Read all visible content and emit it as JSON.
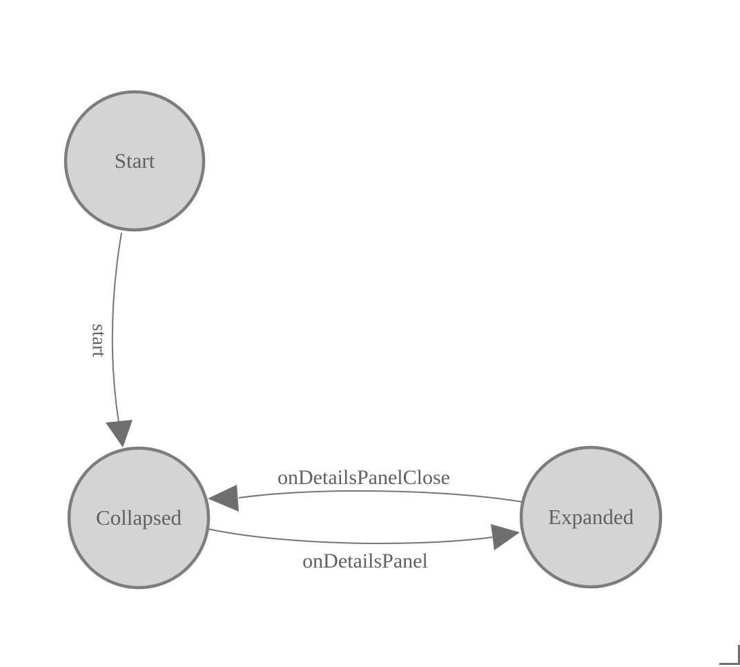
{
  "diagram": {
    "type": "state-machine",
    "nodes": [
      {
        "id": "start",
        "label": "Start"
      },
      {
        "id": "collapsed",
        "label": "Collapsed"
      },
      {
        "id": "expanded",
        "label": "Expanded"
      }
    ],
    "edges": [
      {
        "id": "start-to-collapsed",
        "from": "Start",
        "to": "Collapsed",
        "label": "start"
      },
      {
        "id": "expanded-to-collapsed",
        "from": "Expanded",
        "to": "Collapsed",
        "label": "onDetailsPanelClose"
      },
      {
        "id": "collapsed-to-expanded",
        "from": "Collapsed",
        "to": "Expanded",
        "label": "onDetailsPanel"
      }
    ],
    "colors": {
      "background": "#ffffff",
      "node_fill": "#d4d4d4",
      "node_stroke": "#7d7d7d",
      "edge_line": "#757575",
      "arrow_fill": "#6f6f6f",
      "label_text": "#5d6165",
      "corner_mark": "#6f6f6f"
    }
  }
}
